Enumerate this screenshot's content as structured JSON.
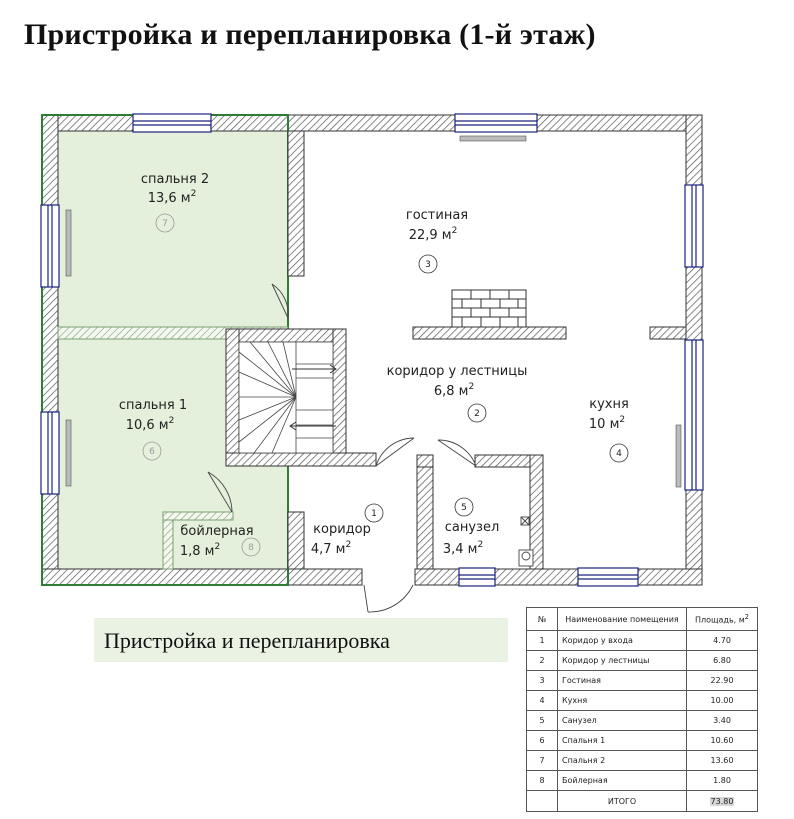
{
  "title": "Пристройка и перепланировка (1-й этаж)",
  "legend": {
    "text": "Пристройка и перепланировка"
  },
  "rooms": [
    {
      "num": "7",
      "name": "спальня 2",
      "area": "13,6 м",
      "sup": "2"
    },
    {
      "num": "3",
      "name": "гостиная",
      "area": "22,9 м",
      "sup": "2"
    },
    {
      "num": "2",
      "name": "коридор у лестницы",
      "area": "6,8 м",
      "sup": "2"
    },
    {
      "num": "6",
      "name": "спальня 1",
      "area": "10,6 м",
      "sup": "2"
    },
    {
      "num": "4",
      "name": "кухня",
      "area": "10 м",
      "sup": "2"
    },
    {
      "num": "8",
      "name": "бойлерная",
      "area": "1,8 м",
      "sup": "2"
    },
    {
      "num": "1",
      "name": "коридор",
      "area": "4,7 м",
      "sup": "2"
    },
    {
      "num": "5",
      "name": "санузел",
      "area": "3,4 м",
      "sup": "2"
    }
  ],
  "table": {
    "headers": [
      "№",
      "Наименование помещения",
      "Площадь, м"
    ],
    "header_sup": "2",
    "rows": [
      [
        "1",
        "Коридор у входа",
        "4.70"
      ],
      [
        "2",
        "Коридор у лестницы",
        "6.80"
      ],
      [
        "3",
        "Гостиная",
        "22.90"
      ],
      [
        "4",
        "Кухня",
        "10.00"
      ],
      [
        "5",
        "Санузел",
        "3.40"
      ],
      [
        "6",
        "Спальня 1",
        "10.60"
      ],
      [
        "7",
        "Спальня 2",
        "13.60"
      ],
      [
        "8",
        "Бойлерная",
        "1.80"
      ]
    ],
    "total_label": "ИТОГО",
    "total_value": "73.80"
  },
  "colors": {
    "extension_fill": "#e4efdc",
    "extension_border": "#2e7d32",
    "wall_hatch": "#555555",
    "window_blue": "#1a237e"
  }
}
